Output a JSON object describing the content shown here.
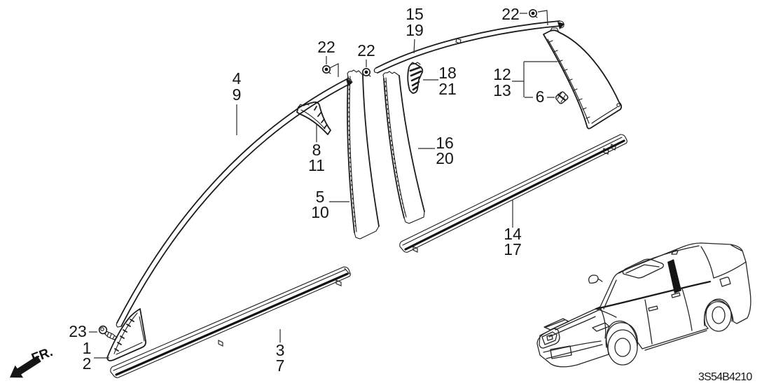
{
  "diagram": {
    "code": "3S54B4210",
    "direction_label": "FR.",
    "background_color": "#ffffff",
    "line_color": "#1c1c1c"
  },
  "callouts": {
    "front_corner_garnish": {
      "line1": "1",
      "line2": "2"
    },
    "front_beltline_molding": {
      "line1": "3",
      "line2": "7"
    },
    "front_door_upper_molding": {
      "line1": "4",
      "line2": "9"
    },
    "front_door_rear_pillar_molding": {
      "line1": "5",
      "line2": "10"
    },
    "front_door_corner_piece": {
      "line1": "8",
      "line2": "11"
    },
    "quarter_pillar_garnish": {
      "line1": "12",
      "line2": "13"
    },
    "rear_beltline_molding": {
      "line1": "14",
      "line2": "17"
    },
    "rear_door_upper_molding": {
      "line1": "15",
      "line2": "19"
    },
    "rear_door_front_pillar_molding": {
      "line1": "16",
      "line2": "20"
    },
    "rear_door_corner_piece": {
      "line1": "18",
      "line2": "21"
    },
    "grommet": {
      "label": "6"
    },
    "clip_front_a": {
      "label": "22"
    },
    "clip_front_b": {
      "label": "22"
    },
    "clip_rear": {
      "label": "22"
    },
    "screw": {
      "label": "23"
    }
  }
}
